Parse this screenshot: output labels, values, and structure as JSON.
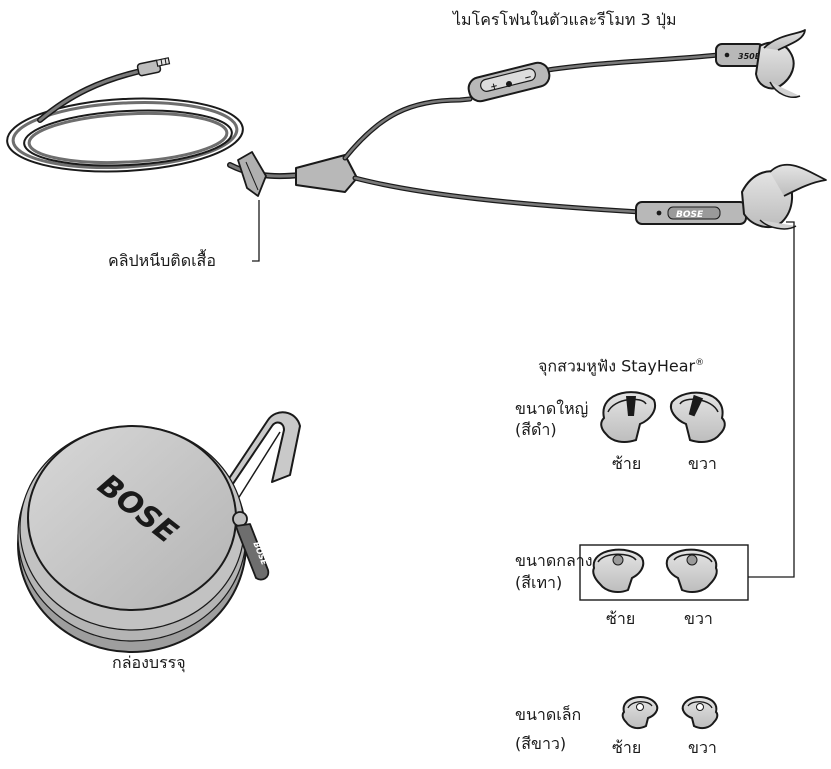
{
  "labels": {
    "mic_remote": "ไมโครโฟนในตัวและรีโมท 3 ปุ่ม",
    "clip": "คลิปหนีบติดเสื้อ",
    "case": "กล่องบรรจุ",
    "eartips_title": "จุกสวมหูฟัง StayHear",
    "registered_mark": "®",
    "large_size": "ขนาดใหญ่",
    "large_color": "(สีดำ)",
    "medium_size": "ขนาดกลาง",
    "medium_color": "(สีเทา)",
    "small_size": "ขนาดเล็ก",
    "small_color": "(สีขาว)",
    "left": "ซ้าย",
    "right": "ขวา"
  },
  "brand": {
    "logo": "BOSE",
    "model_mark": "350B"
  },
  "colors": {
    "outline": "#1a1a1a",
    "gray_light": "#c9c9c9",
    "gray_mid": "#a9a9a9",
    "gray_dark": "#6e6e6e",
    "tip_large_accent": "#1a1a1a",
    "tip_medium_accent": "#9a9a9a",
    "tip_small_accent": "#ffffff"
  }
}
